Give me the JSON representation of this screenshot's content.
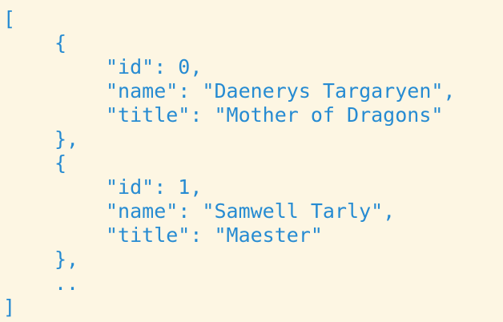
{
  "code": {
    "lines": [
      "[",
      "{",
      "\"id\": 0,",
      "\"name\": \"Daenerys Targaryen\",",
      "\"title\": \"Mother of Dragons\"",
      "},",
      "{",
      "\"id\": 1,",
      "\"name\": \"Samwell Tarly\",",
      "\"title\": \"Maester\"",
      "},",
      "..",
      "]"
    ]
  },
  "colors": {
    "background": "#fdf6e3",
    "text": "#268bd2"
  }
}
